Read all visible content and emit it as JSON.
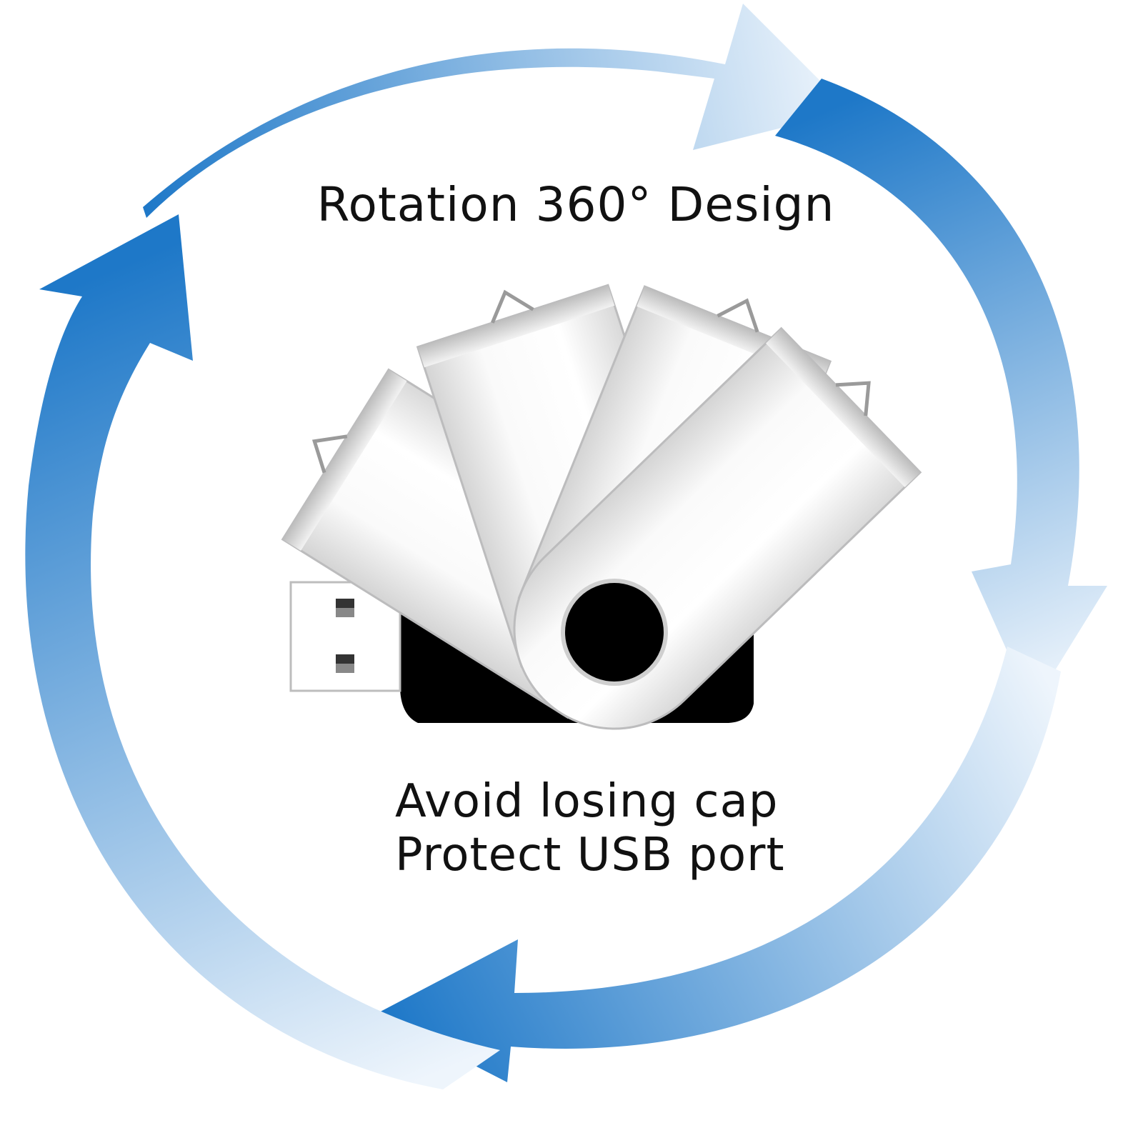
{
  "captions": {
    "title": "Rotation 360° Design",
    "line1": "Avoid losing cap",
    "line2": "Protect USB port"
  },
  "colors": {
    "arrow_dark": "#1e78c8",
    "arrow_light": "#eaf3fb",
    "casing_metal": "#e6e6e6",
    "body_black": "#000000",
    "text": "#111111"
  },
  "icons": [
    "circular-arrows-icon",
    "usb-flash-drive-icon"
  ]
}
